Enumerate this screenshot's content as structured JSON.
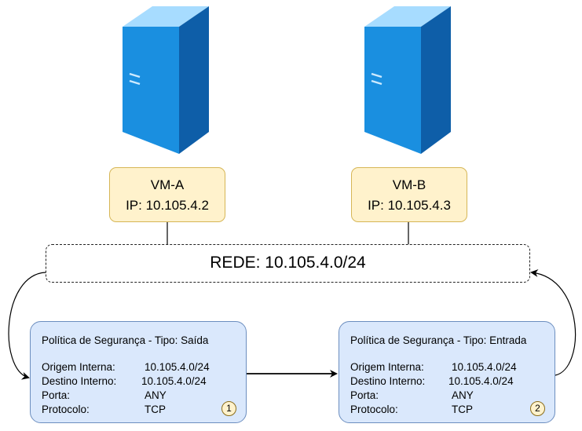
{
  "vm_a": {
    "name": "VM-A",
    "ip": "IP: 10.105.4.2"
  },
  "vm_b": {
    "name": "VM-B",
    "ip": "IP: 10.105.4.3"
  },
  "network": {
    "label": "REDE: 10.105.4.0/24"
  },
  "policies": [
    {
      "title": "Política de Segurança - Tipo: Saída",
      "origem_label": "Origem Interna:",
      "origem_value": "10.105.4.0/24",
      "destino_label": "Destino Interno:",
      "destino_value": "10.105.4.0/24",
      "porta_label": "Porta:",
      "porta_value": "ANY",
      "protocolo_label": "Protocolo:",
      "protocolo_value": "TCP",
      "badge": "1"
    },
    {
      "title": "Política de Segurança - Tipo: Entrada",
      "origem_label": "Origem Interna:",
      "origem_value": "10.105.4.0/24",
      "destino_label": "Destino Interno:",
      "destino_value": "10.105.4.0/24",
      "porta_label": "Porta:",
      "porta_value": "ANY",
      "protocolo_label": "Protocolo:",
      "protocolo_value": "TCP",
      "badge": "2"
    }
  ],
  "icons": {
    "server": "server-icon"
  },
  "colors": {
    "vm_fill": "#fff2cc",
    "vm_stroke": "#d6b656",
    "policy_fill": "#dae8fc",
    "policy_stroke": "#6c8ebf",
    "server_front": "#1a8fe0",
    "server_side": "#0e5ea8",
    "server_top": "#a7dcff"
  }
}
